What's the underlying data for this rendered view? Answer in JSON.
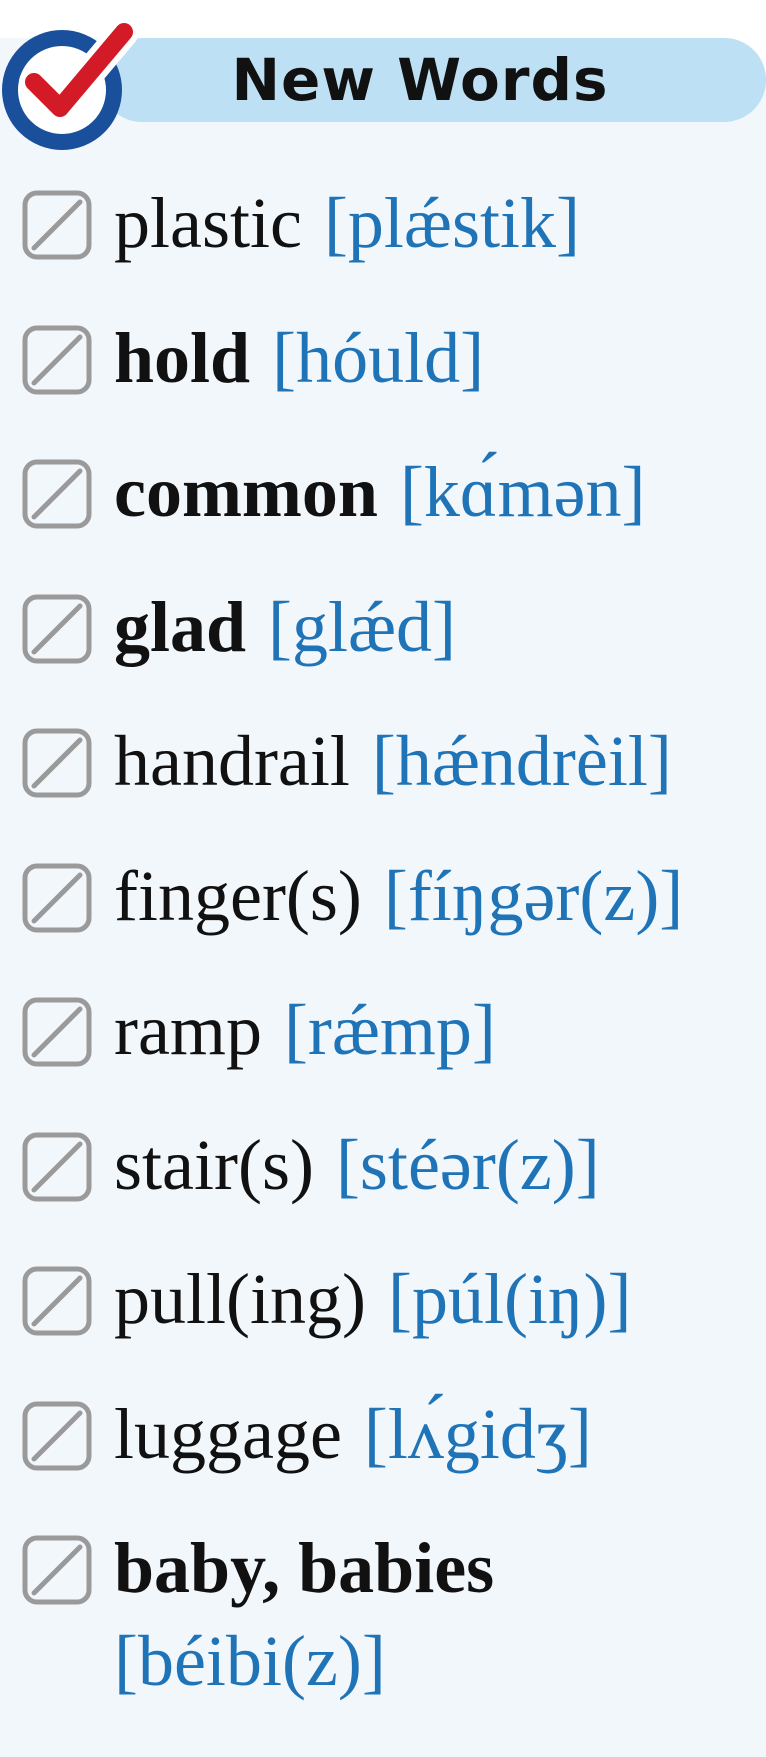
{
  "header": {
    "title": "New Words"
  },
  "words": [
    {
      "word": "plastic",
      "phonetic": "[plǽstik]",
      "bold": false
    },
    {
      "word": "hold",
      "phonetic": "[hóuld]",
      "bold": true
    },
    {
      "word": "common",
      "phonetic": "[kɑ́mən]",
      "bold": true
    },
    {
      "word": "glad",
      "phonetic": "[glǽd]",
      "bold": true
    },
    {
      "word": "handrail",
      "phonetic": "[hǽndrèil]",
      "bold": false
    },
    {
      "word": "finger(s)",
      "phonetic": "[fíŋgər(z)]",
      "bold": false
    },
    {
      "word": "ramp",
      "phonetic": "[rǽmp]",
      "bold": false
    },
    {
      "word": "stair(s)",
      "phonetic": "[stéər(z)]",
      "bold": false
    },
    {
      "word": "pull(ing)",
      "phonetic": "[púl(iŋ)]",
      "bold": false
    },
    {
      "word": "luggage",
      "phonetic": "[lʌ́gidʒ]",
      "bold": false
    }
  ],
  "last_word": {
    "word": "baby, babies",
    "phonetic": "[béibi(z)]",
    "bold": true
  },
  "colors": {
    "header_bar": "#bde0f5",
    "card_background": "#f2f7fc",
    "phonetic": "#1f73b7",
    "check_circle": "#1a4f9c",
    "check_mark": "#d31b27",
    "checkbox_stroke": "#9a9a9a"
  },
  "icons": {
    "header": "checkmark-circle-icon",
    "row": "checkbox-slash-icon"
  }
}
